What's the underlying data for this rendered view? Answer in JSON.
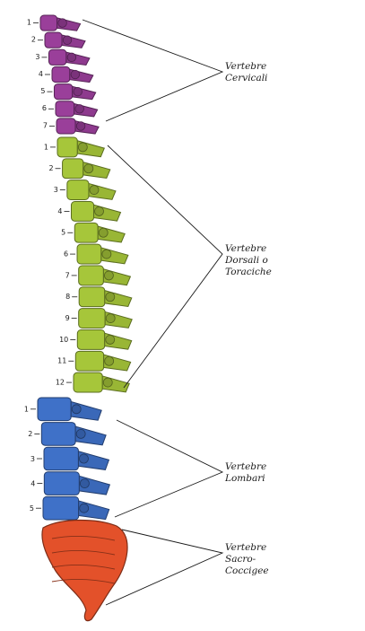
{
  "regions": [
    {
      "id": "cervical",
      "label": "Vertebre\nCervicali",
      "color": "#9a3f9a",
      "numbers": [
        "1",
        "2",
        "3",
        "4",
        "5",
        "6",
        "7"
      ]
    },
    {
      "id": "thoracic",
      "label": "Vertebre\nDorsali o\nToraciche",
      "color": "#a6c63a",
      "numbers": [
        "1",
        "2",
        "3",
        "4",
        "5",
        "6",
        "7",
        "8",
        "9",
        "10",
        "11",
        "12"
      ]
    },
    {
      "id": "lumbar",
      "label": "Vertebre\nLombari",
      "color": "#3f71c8",
      "numbers": [
        "1",
        "2",
        "3",
        "4",
        "5"
      ]
    },
    {
      "id": "sacral",
      "label": "Vertebre\nSacro-\nCoccigee",
      "color": "#e3512a",
      "numbers": []
    }
  ]
}
